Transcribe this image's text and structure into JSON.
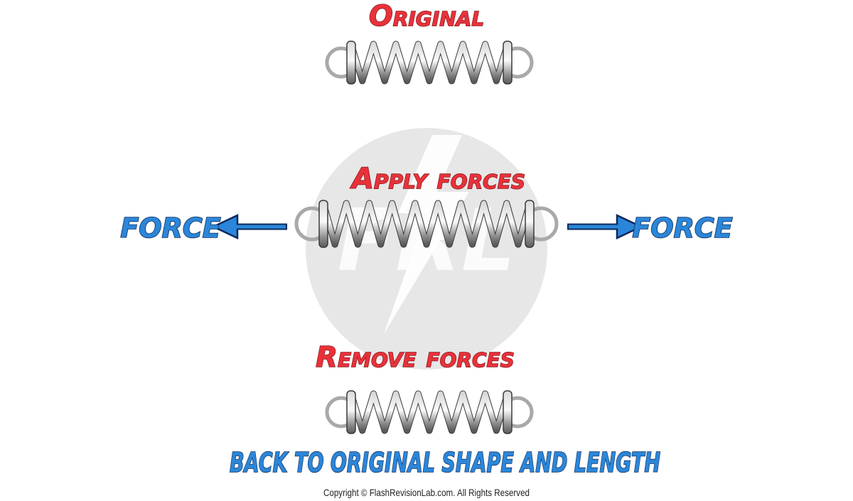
{
  "labels": {
    "original": "Original",
    "apply": "Apply  forces",
    "remove": "Remove  forces",
    "force_left": "FORCE",
    "force_right": "FORCE",
    "caption": "BACK TO ORIGINAL SHAPE AND LENGTH",
    "copyright": "Copyright © FlashRevisionLab.com. All Rights Reserved"
  },
  "colors": {
    "title_red": "#e8323a",
    "force_blue": "#2b86d9",
    "ring_grey": "#a9a9a9",
    "watermark_grey": "#e6e6e6"
  },
  "icons": {
    "spring": "coil-spring-icon",
    "arrow": "arrow-icon",
    "watermark": "frl-logo-watermark"
  }
}
